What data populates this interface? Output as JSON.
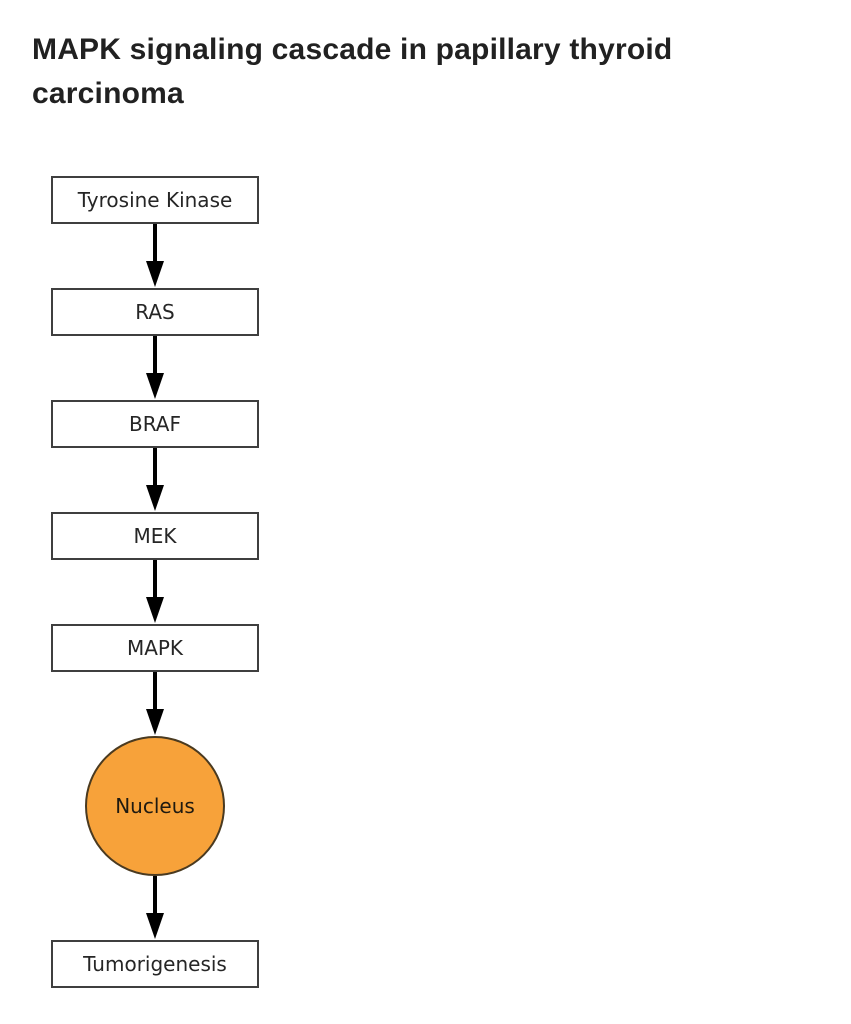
{
  "header": {
    "title": "MAPK signaling cascade in papillary thyroid carcinoma",
    "title_lines": [
      "MAPK signaling cascade in papillary thyroid",
      "carcinoma"
    ]
  },
  "diagram": {
    "type": "flowchart-vertical",
    "nodes": [
      {
        "id": "tyrosine-kinase",
        "label": "Tyrosine Kinase",
        "shape": "box"
      },
      {
        "id": "ras",
        "label": "RAS",
        "shape": "box"
      },
      {
        "id": "braf",
        "label": "BRAF",
        "shape": "box"
      },
      {
        "id": "mek",
        "label": "MEK",
        "shape": "box"
      },
      {
        "id": "mapk",
        "label": "MAPK",
        "shape": "box"
      },
      {
        "id": "nucleus",
        "label": "Nucleus",
        "shape": "circle",
        "fill": "#f7a23a"
      },
      {
        "id": "tumorigenesis",
        "label": "Tumorigenesis",
        "shape": "box"
      }
    ],
    "edges": [
      {
        "from": "tyrosine-kinase",
        "to": "ras"
      },
      {
        "from": "ras",
        "to": "braf"
      },
      {
        "from": "braf",
        "to": "mek"
      },
      {
        "from": "mek",
        "to": "mapk"
      },
      {
        "from": "mapk",
        "to": "nucleus"
      },
      {
        "from": "nucleus",
        "to": "tumorigenesis"
      }
    ],
    "colors": {
      "node_fill": "#ffffff",
      "node_border": "#3f3f3f",
      "nucleus_fill": "#f7a23a",
      "nucleus_border": "#4a3a20",
      "arrow": "#000000",
      "title_text": "#212121",
      "node_text": "#262626"
    }
  }
}
